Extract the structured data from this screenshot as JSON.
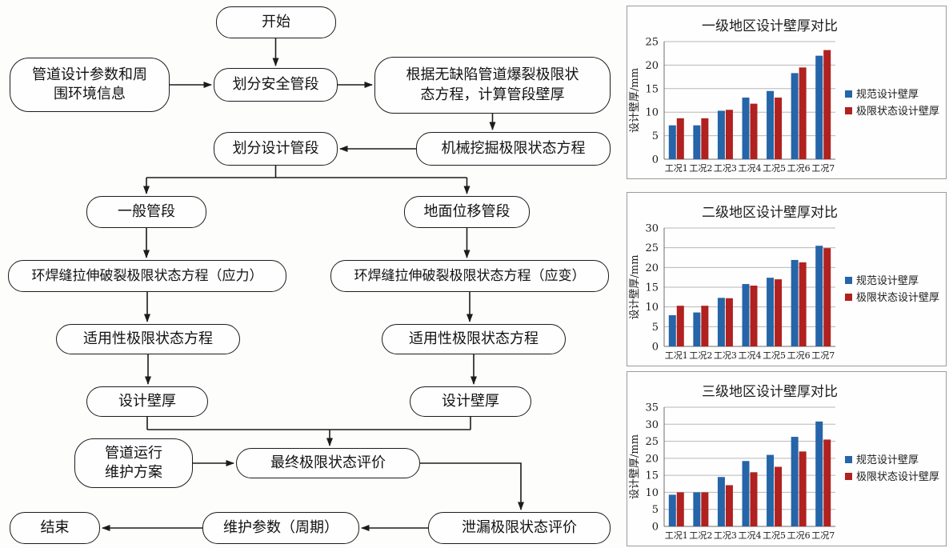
{
  "flowchart": {
    "nodes": [
      {
        "id": "start",
        "label": "开始"
      },
      {
        "id": "input-info",
        "label": "管道设计参数和周围环境信息"
      },
      {
        "id": "divide-safe",
        "label": "划分安全管段"
      },
      {
        "id": "burst-equation",
        "label": "根据无缺陷管道爆裂极限状态方程，计算管段壁厚"
      },
      {
        "id": "divide-design",
        "label": "划分设计管段"
      },
      {
        "id": "excavation",
        "label": "机械挖掘极限状态方程"
      },
      {
        "id": "general-segment",
        "label": "一般管段"
      },
      {
        "id": "displacement-segment",
        "label": "地面位移管段"
      },
      {
        "id": "girth-weld-stress",
        "label": "环焊缝拉伸破裂极限状态方程（应力）"
      },
      {
        "id": "girth-weld-strain",
        "label": "环焊缝拉伸破裂极限状态方程（应变）"
      },
      {
        "id": "serviceability-left",
        "label": "适用性极限状态方程"
      },
      {
        "id": "serviceability-right",
        "label": "适用性极限状态方程"
      },
      {
        "id": "wall-thickness-left",
        "label": "设计壁厚"
      },
      {
        "id": "wall-thickness-right",
        "label": "设计壁厚"
      },
      {
        "id": "maintenance-plan",
        "label": "管道运行维护方案"
      },
      {
        "id": "final-evaluation",
        "label": "最终极限状态评价"
      },
      {
        "id": "end",
        "label": "结束"
      },
      {
        "id": "maintenance-params",
        "label": "维护参数（周期）"
      },
      {
        "id": "leak-evaluation",
        "label": "泄漏极限状态评价"
      }
    ]
  },
  "colors": {
    "series_blue": "#2565A8",
    "series_red": "#B0211F",
    "grid": "#b7b7b7",
    "axis": "#6e6e6e",
    "chart_border": "#9b9b9b",
    "flow_line": "#1c1c1c"
  },
  "chart_data": [
    {
      "type": "bar",
      "title": "一级地区设计壁厚对比",
      "ylabel": "设计壁厚/mm",
      "xlabel": "",
      "ylim": [
        0,
        25
      ],
      "ytick_step": 5,
      "grid": true,
      "legend_position": "right",
      "categories": [
        "工况1",
        "工况2",
        "工况3",
        "工况4",
        "工况5",
        "工况6",
        "工况7"
      ],
      "series": [
        {
          "name": "规范设计壁厚",
          "color": "#2565A8",
          "values": [
            7.2,
            7.2,
            10.3,
            13.1,
            14.5,
            18.3,
            22.0
          ]
        },
        {
          "name": "极限状态设计壁厚",
          "color": "#B0211F",
          "values": [
            8.7,
            8.7,
            10.5,
            11.8,
            13.1,
            19.5,
            23.2
          ]
        }
      ]
    },
    {
      "type": "bar",
      "title": "二级地区设计壁厚对比",
      "ylabel": "设计壁厚/mm",
      "xlabel": "",
      "ylim": [
        0,
        30
      ],
      "ytick_step": 5,
      "grid": true,
      "legend_position": "right",
      "categories": [
        "工况1",
        "工况2",
        "工况3",
        "工况4",
        "工况5",
        "工况6",
        "工况7"
      ],
      "series": [
        {
          "name": "规范设计壁厚",
          "color": "#2565A8",
          "values": [
            7.9,
            8.6,
            12.3,
            15.8,
            17.4,
            21.9,
            25.5
          ]
        },
        {
          "name": "极限状态设计壁厚",
          "color": "#B0211F",
          "values": [
            10.3,
            10.3,
            12.2,
            15.4,
            17.0,
            21.3,
            24.9
          ]
        }
      ]
    },
    {
      "type": "bar",
      "title": "三级地区设计壁厚对比",
      "ylabel": "设计壁厚/mm",
      "xlabel": "",
      "ylim": [
        0,
        35
      ],
      "ytick_step": 5,
      "grid": true,
      "legend_position": "right",
      "categories": [
        "工况1",
        "工况2",
        "工况3",
        "工况4",
        "工况5",
        "工况6",
        "工况7"
      ],
      "series": [
        {
          "name": "规范设计壁厚",
          "color": "#2565A8",
          "values": [
            9.3,
            10.0,
            14.5,
            19.2,
            21.0,
            26.3,
            30.8
          ]
        },
        {
          "name": "极限状态设计壁厚",
          "color": "#B0211F",
          "values": [
            10.0,
            10.0,
            12.1,
            15.9,
            17.5,
            22.0,
            25.5
          ]
        }
      ]
    }
  ]
}
